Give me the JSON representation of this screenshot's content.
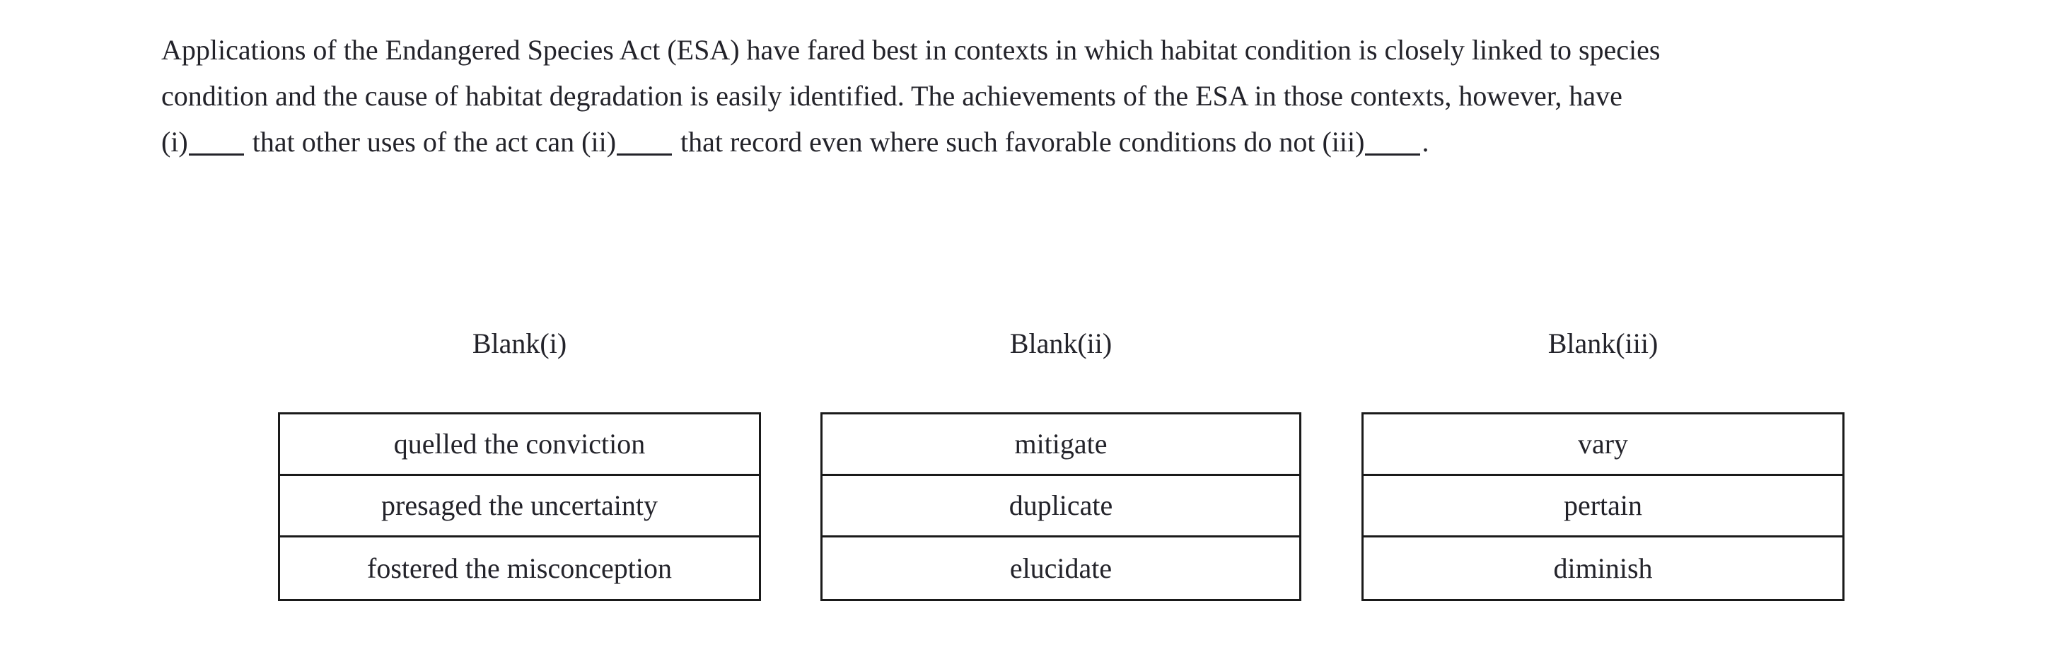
{
  "passage": {
    "lines": [
      "Applications of the Endangered Species Act (ESA) have fared best in contexts in which habitat condition is closely linked to species",
      "condition and the cause of habitat degradation is easily identified. The achievements of the ESA in those contexts, however, have"
    ],
    "line3": {
      "marker_i": "(i)",
      "text_a": "that other uses of the act can",
      "marker_ii": "(ii)",
      "text_b": "that record even where such favorable conditions do not",
      "marker_iii": "(iii)",
      "text_c": "."
    },
    "full_text": "Applications of the Endangered Species Act (ESA) have fared best in contexts in which habitat condition is closely linked to species condition and the cause of habitat degradation is easily identified. The achievements of the ESA in those contexts, however, have (i)_____ that other uses of the act can (ii)_____ that record even where such favorable conditions do not (iii)_____."
  },
  "columns": [
    {
      "header": "Blank(i)",
      "choices": [
        "quelled the conviction",
        "presaged the uncertainty",
        "fostered the misconception"
      ]
    },
    {
      "header": "Blank(ii)",
      "choices": [
        "mitigate",
        "duplicate",
        "elucidate"
      ]
    },
    {
      "header": "Blank(iii)",
      "choices": [
        "vary",
        "pertain",
        "diminish"
      ]
    }
  ],
  "colors": {
    "background": "#ffffff",
    "text": "#23232a",
    "border": "#1a1a1a"
  }
}
